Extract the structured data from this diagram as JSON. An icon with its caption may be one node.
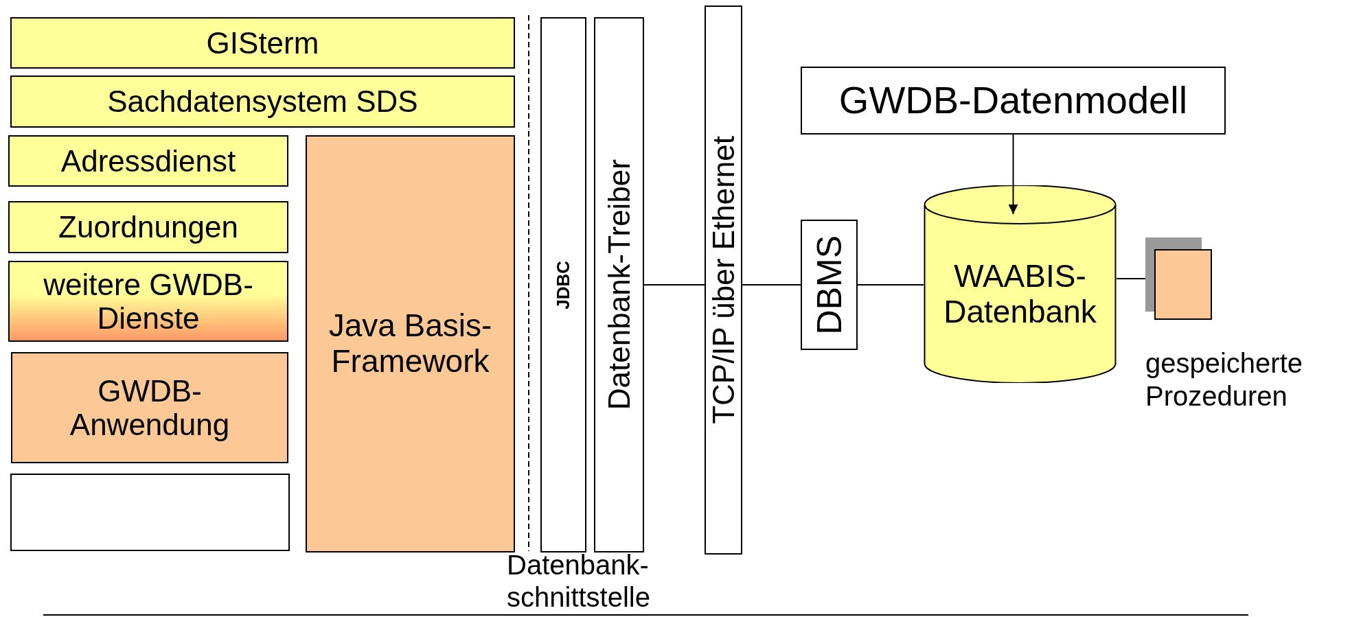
{
  "diagram": {
    "nodes": [
      {
        "text": [
          "GISterm"
        ]
      },
      {
        "text": [
          "Sachdatensystem SDS"
        ]
      },
      {
        "text": [
          "Adressdienst"
        ]
      },
      {
        "text": [
          "Java Basis- Framework"
        ]
      },
      {
        "text": [
          "Zuordnungen"
        ]
      },
      {
        "text": [
          "weitere GWDB- Dienste"
        ]
      },
      {
        "text": [
          "GWDB- Anwendung"
        ]
      },
      {
        "text": [],
        "shape": "box"
      },
      {
        "text": [
          "JDBC"
        ]
      },
      {
        "text": [
          "Datenbank-Treiber"
        ]
      },
      {
        "text": [
          "TCP/IP über Ethernet"
        ]
      },
      {
        "text": [
          "GWDB-Datenmodell"
        ]
      },
      {
        "text": [
          "DBMS"
        ]
      },
      {
        "text": [
          "WAABIS- Datenbank"
        ]
      },
      {
        "text": [],
        "shape": "box",
        "beside": [
          "gespeicherte Prozeduren"
        ]
      }
    ],
    "edges": [
      {
        "from": 9,
        "to": 10,
        "arrow": "none"
      },
      {
        "from": 10,
        "to": 12,
        "arrow": "none"
      },
      {
        "from": 12,
        "to": 13,
        "arrow": "none"
      },
      {
        "from": 11,
        "to": 13,
        "arrow": "to"
      },
      {
        "from": 13,
        "to": 14,
        "arrow": "none"
      }
    ],
    "labels": [
      "Datenbank- schnittstelle"
    ]
  }
}
